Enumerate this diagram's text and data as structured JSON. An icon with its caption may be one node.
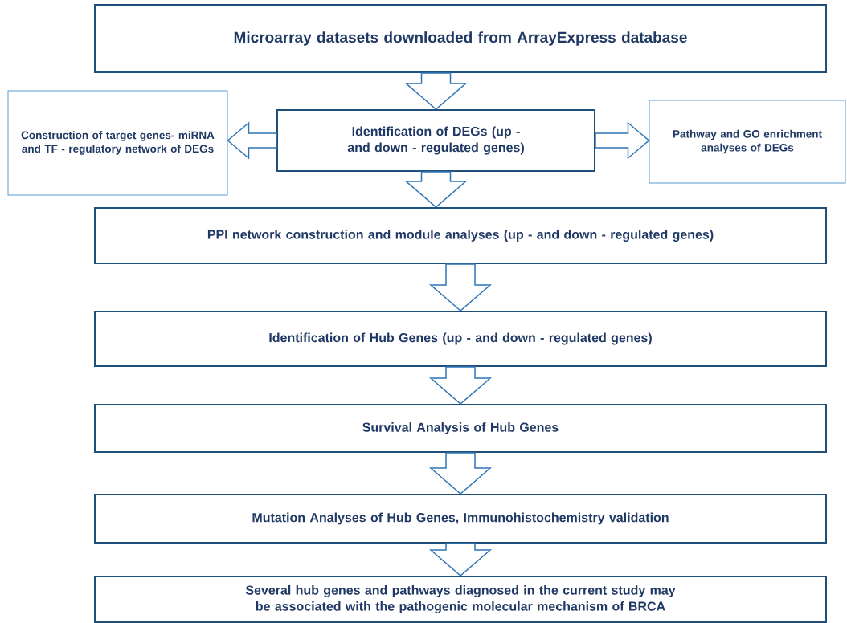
{
  "diagram": {
    "nodes": [
      {
        "text": [
          "Microarray datasets downloaded from ArrayExpress database"
        ]
      },
      {
        "text": [
          "Identification of DEGs (up - and down - regulated genes)"
        ]
      },
      {
        "text": [
          "Construction of target genes- miRNA and TF - regulatory network of DEGs"
        ]
      },
      {
        "text": [
          "Pathway and GO enrichment analyses of DEGs"
        ]
      },
      {
        "text": [
          "PPI network construction and module analyses (up - and down - regulated genes)"
        ]
      },
      {
        "text": [
          "Identification of Hub Genes (up - and down - regulated genes)"
        ]
      },
      {
        "text": [
          "Survival Analysis of Hub Genes"
        ]
      },
      {
        "text": [
          "Mutation Analyses of Hub Genes, Immunohistochemistry validation"
        ]
      },
      {
        "text": [
          "Several hub genes and pathways diagnosed in the current study may be associated with the pathogenic molecular mechanism of BRCA"
        ]
      }
    ],
    "edges": [
      {
        "from": 0,
        "to": 1,
        "arrow": "to"
      },
      {
        "from": 1,
        "to": 2,
        "arrow": "to"
      },
      {
        "from": 1,
        "to": 3,
        "arrow": "to"
      },
      {
        "from": 1,
        "to": 4,
        "arrow": "to"
      },
      {
        "from": 4,
        "to": 5,
        "arrow": "to"
      },
      {
        "from": 5,
        "to": 6,
        "arrow": "to"
      },
      {
        "from": 6,
        "to": 7,
        "arrow": "to"
      },
      {
        "from": 7,
        "to": 8,
        "arrow": "to"
      }
    ]
  }
}
